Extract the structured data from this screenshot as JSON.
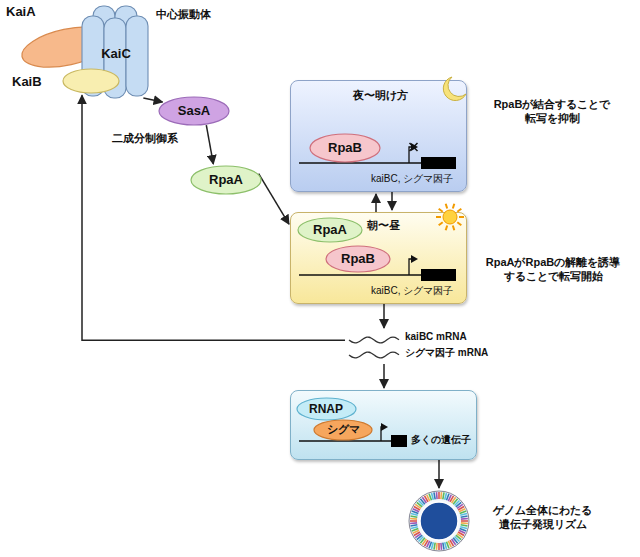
{
  "diagram": {
    "nodes": [
      {
        "text": [
          "KaiA"
        ]
      },
      {
        "text": [
          "KaiC"
        ]
      },
      {
        "text": [
          "KaiB"
        ]
      },
      {
        "text": [
          "SasA"
        ]
      },
      {
        "text": [
          "RpaA"
        ]
      },
      {
        "text": [
          "夜〜明け方",
          "kaiBC, シグマ因子"
        ]
      },
      {
        "text": [
          "RpaB"
        ],
        "in": 5
      },
      {
        "text": [
          "朝〜昼",
          "kaiBC, シグマ因子"
        ]
      },
      {
        "text": [
          "RpaA"
        ],
        "in": 7
      },
      {
        "text": [
          "RpaB"
        ],
        "in": 7
      },
      {
        "text": [
          "kaiBC mRNA",
          "シグマ因子 mRNA"
        ]
      },
      {
        "text": [
          "多くの遺伝子"
        ]
      },
      {
        "text": [
          "RNAP"
        ],
        "in": 11
      },
      {
        "text": [
          "シグマ"
        ],
        "in": 11
      },
      {
        "text": [
          "ゲノム全体にわたる 遺伝子発現リズム"
        ]
      }
    ],
    "edges": [
      {
        "from": 1,
        "to": 3,
        "arrow": "to"
      },
      {
        "from": 3,
        "to": 4,
        "arrow": "to"
      },
      {
        "from": 4,
        "to": 7,
        "arrow": "to"
      },
      {
        "from": 5,
        "to": 7,
        "arrow": "to"
      },
      {
        "from": 7,
        "to": 5,
        "arrow": "to"
      },
      {
        "from": 7,
        "to": 10,
        "arrow": "to"
      },
      {
        "from": 10,
        "to": 2,
        "arrow": "to"
      },
      {
        "from": 10,
        "to": 11,
        "arrow": "to"
      },
      {
        "from": 11,
        "to": 14,
        "arrow": "to"
      }
    ],
    "labels": [
      "中心振動体",
      "二成分制御系",
      "RpaBが結合することで 転写を抑制",
      "RpaAがRpaBの解離を誘導 することで転写開始"
    ]
  }
}
